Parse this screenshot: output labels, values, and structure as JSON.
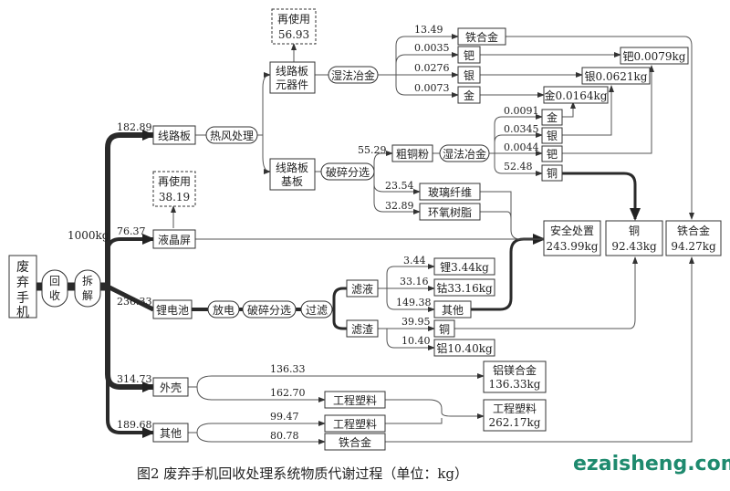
{
  "caption": "图2  废弃手机回收处理系统物质代谢过程（单位：kg）",
  "watermark": "ezaisheng.com",
  "nodes": {
    "source": "废弃手机",
    "recycle": "回收",
    "dismantle": "拆解",
    "circuit_board": "线路板",
    "hot_air": "热风处理",
    "components": "线路板元器件",
    "substrate": "线路板基板",
    "reuse1": "再使用",
    "reuse1_val": "56.93",
    "reuse2": "再使用",
    "reuse2_val": "38.19",
    "wet_met1": "湿法冶金",
    "wet_met2": "湿法冶金",
    "crush1": "破碎分选",
    "crush2": "破碎分选",
    "coarse_cu": "粗铜粉",
    "glass_fiber": "玻璃纤维",
    "epoxy": "环氧树脂",
    "fe_alloy1": "铁合金",
    "pd1": "钯",
    "ag1": "银",
    "au1": "金",
    "pd_out": "钯0.0079kg",
    "ag_out": "银0.0621kg",
    "au_out": "金0.0164kg",
    "au2": "金",
    "ag2": "银",
    "pd2": "钯",
    "cu1": "铜",
    "lcd": "液晶屏",
    "li_battery": "锂电池",
    "discharge": "放电",
    "filter": "过滤",
    "filtrate": "滤液",
    "residue": "滤渣",
    "li_out": "锂3.44kg",
    "co_out": "钴33.16kg",
    "other1": "其他",
    "cu2": "铜",
    "al_out": "铝10.40kg",
    "safe": "安全处置",
    "safe_val": "243.99kg",
    "cu_sum": "铜",
    "cu_sum_val": "92.43kg",
    "fe_sum": "铁合金",
    "fe_sum_val": "94.27kg",
    "shell": "外壳",
    "others": "其他",
    "plastic1": "工程塑料",
    "plastic2": "工程塑料",
    "fe_alloy2": "铁合金",
    "almg": "铝镁合金",
    "almg_val": "136.33kg",
    "plastic_sum": "工程塑料",
    "plastic_sum_val": "262.17kg"
  },
  "flows": {
    "total": "1000kg",
    "board": "182.89",
    "lcd": "76.37",
    "battery": "236.33",
    "shell": "314.73",
    "others": "189.68",
    "fe": "13.49",
    "pd": "0.0035",
    "ag": "0.0276",
    "au": "0.0073",
    "au2": "0.0091",
    "ag2": "0.0345",
    "pd2": "0.0044",
    "cu": "52.48",
    "coarse": "55.29",
    "glass": "23.54",
    "epoxy": "32.89",
    "li": "3.44",
    "co": "33.16",
    "oth": "149.38",
    "cu2": "39.95",
    "al": "10.40",
    "almg": "136.33",
    "pl1": "162.70",
    "pl2": "99.47",
    "fe2": "80.78"
  }
}
